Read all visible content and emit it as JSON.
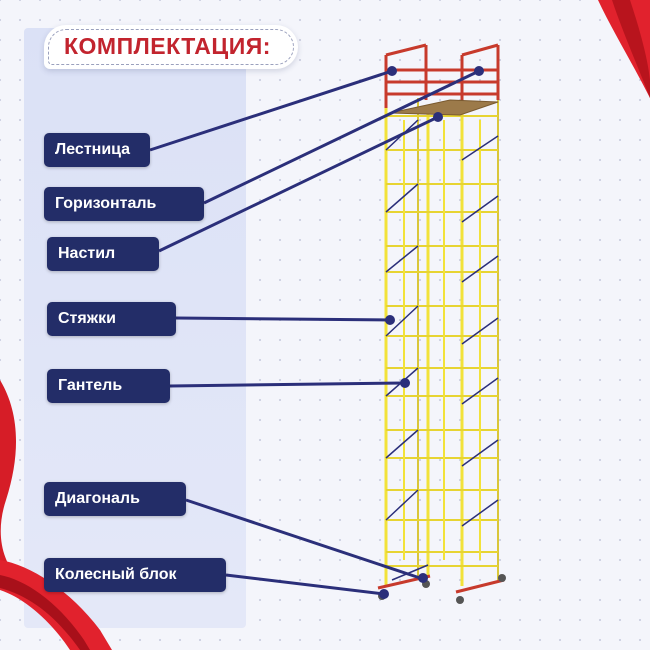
{
  "title": "КОМПЛЕКТАЦИЯ:",
  "labels": {
    "ladder": "Лестница",
    "horizontal": "Горизонталь",
    "deck": "Настил",
    "ties": "Стяжки",
    "dumbbell": "Гантель",
    "diagonal": "Диагональ",
    "wheel_block": "Колесный блок"
  },
  "colors": {
    "label_bg": "#232d68",
    "title_text": "#c2242e",
    "frame_yellow": "#f2e23a",
    "frame_red": "#c73a2c",
    "brace_navy": "#2b2f7a",
    "ribbon": "#e1222d"
  }
}
